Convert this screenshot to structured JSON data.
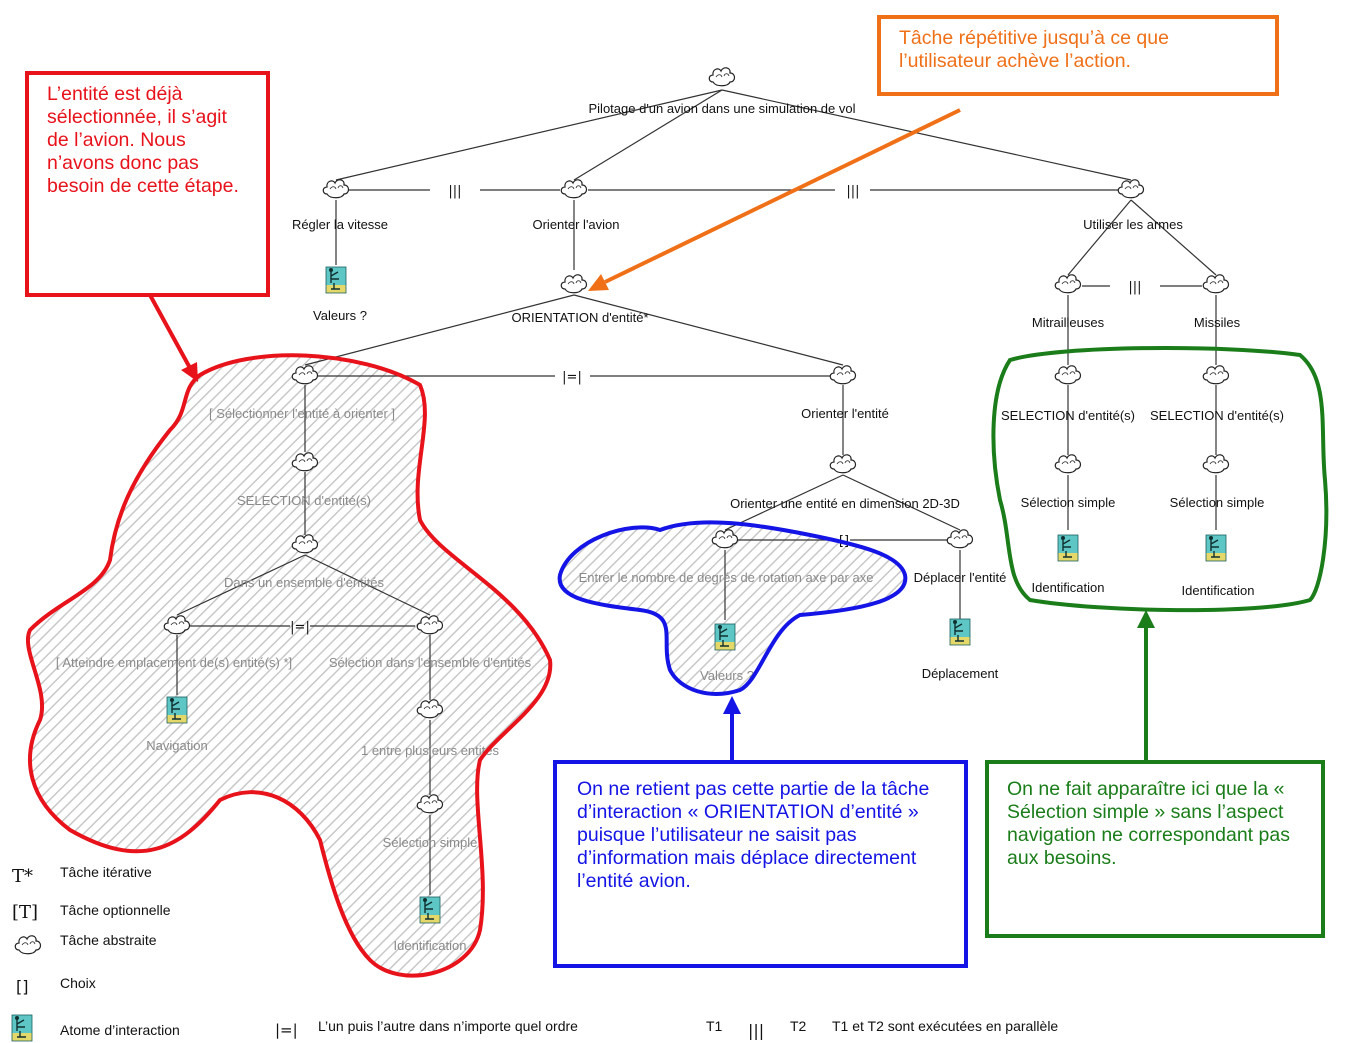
{
  "title": "Pilotage d'un avion dans une simulation de vol",
  "nodes": {
    "regler": "Régler la vitesse",
    "orienter_avion": "Orienter l'avion",
    "utiliser": "Utiliser les armes",
    "valeurs1": "Valeurs ?",
    "orientation": "ORIENTATION d'entité*",
    "mitrailleuses": "Mitrailleuses",
    "missiles": "Missiles",
    "selectionner": "[ Sélectionner l'entité à orienter ]",
    "orienter_entite": "Orienter l'entité",
    "sel_entites_1": "SELECTION d'entité(s)",
    "sel_entites_2": "SELECTION d'entité(s)",
    "sel_entites_3": "SELECTION d'entité(s)",
    "orienter_dim": "Orienter une entité en dimension 2D-3D",
    "sel_simple_1": "Sélection simple",
    "sel_simple_2": "Sélection simple",
    "sel_simple_3": "Sélection simple",
    "dans_ensemble": "Dans un ensemble d'entités",
    "entrer": "Entrer le nombre de degrés de rotation axe par axe",
    "deplacer": "Déplacer l'entité",
    "identification_1": "Identification",
    "identification_2": "Identification",
    "identification_3": "Identification",
    "atteindre": "[ Atteindre emplacement de(s) entité(s) *]",
    "sel_ensemble": "Sélection dans l'ensemble d'entités",
    "valeurs2": "Valeurs ?",
    "deplacement": "Déplacement",
    "navigation": "Navigation",
    "un_entre": "1 entre plusieurs entités"
  },
  "operators": {
    "parallel": "|||",
    "any_order": "|=|",
    "choice": "[]"
  },
  "annotations": {
    "red": "L’entité est déjà sélectionnée, il s’agit de l’avion. Nous n’avons donc pas besoin de cette étape.",
    "orange": "Tâche répétitive jusqu’à ce que l’utilisateur achève l’action.",
    "blue": "On ne retient pas cette partie de la tâche d’interaction « ORIENTATION d’entité » puisque l’utilisateur ne saisit pas d’information mais déplace directement l’entité avion.",
    "green": "On ne fait apparaître ici que la « Sélection simple » sans l’aspect navigation ne correspondant pas aux besoins."
  },
  "legend": {
    "iterative_symbol": "T*",
    "iterative": "Tâche itérative",
    "optional_symbol": "[T]",
    "optional": "Tâche optionnelle",
    "abstract": "Tâche abstraite",
    "choice_symbol": "[]",
    "choice": "Choix",
    "atom": "Atome d’interaction",
    "any_order_symbol": "|=|",
    "any_order": "L’un puis l’autre dans n’importe quel ordre",
    "t1": "T1",
    "parallel_symbol": "|||",
    "t2": "T2",
    "parallel": "T1 et T2 sont exécutées en parallèle"
  },
  "colors": {
    "red": "#e8121b",
    "orange": "#f07018",
    "blue": "#1414e6",
    "green": "#1a7d1a",
    "hatch": "#c8c8c8"
  }
}
